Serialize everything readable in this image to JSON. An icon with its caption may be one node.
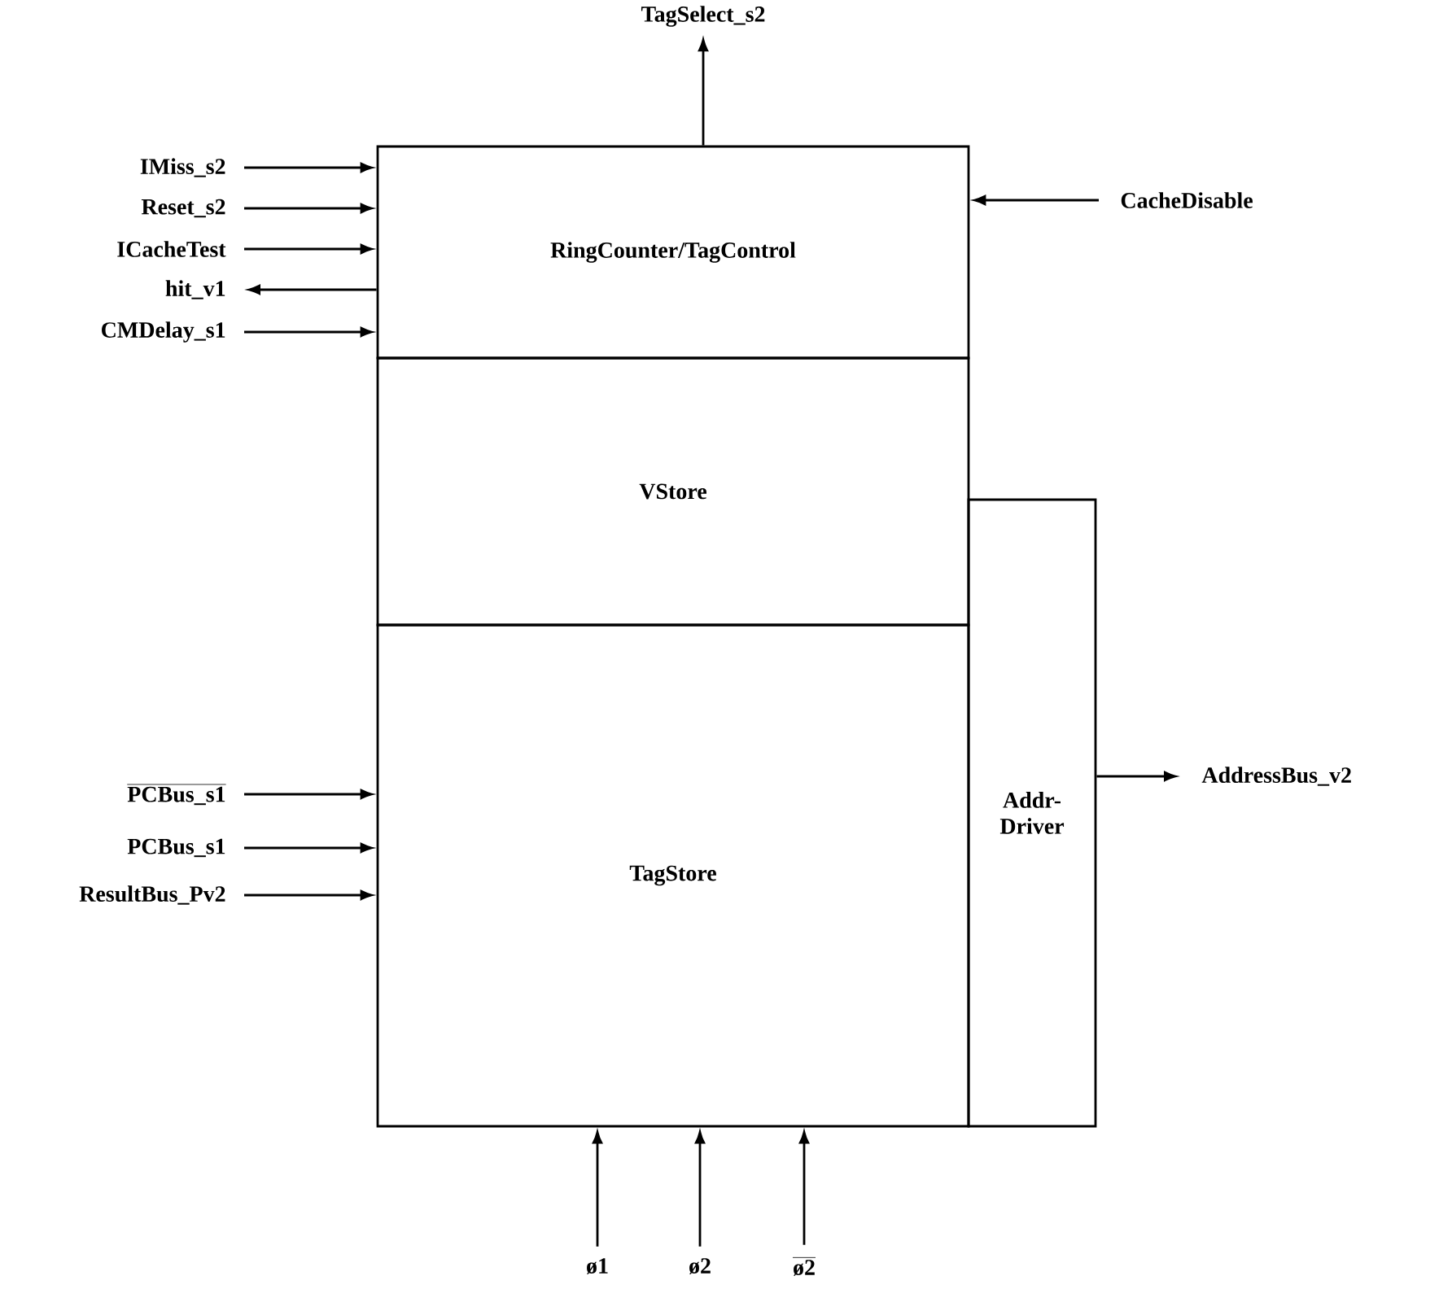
{
  "diagram": {
    "nodes": [
      {
        "text": [
          "RingCounter/TagControl"
        ]
      },
      {
        "text": [
          "VStore"
        ]
      },
      {
        "text": [
          "TagStore"
        ]
      },
      {
        "text": [
          "Addr-Driver"
        ]
      },
      {
        "text": [
          "TagSelect_s2"
        ]
      },
      {
        "text": [
          "CacheDisable"
        ]
      },
      {
        "text": [
          "IMiss_s2"
        ]
      },
      {
        "text": [
          "Reset_s2"
        ]
      },
      {
        "text": [
          "ICacheTest"
        ]
      },
      {
        "text": [
          "hit_v1"
        ]
      },
      {
        "text": [
          "CMDelay_s1"
        ]
      },
      {
        "text": [
          "PCBus_s1"
        ]
      },
      {
        "text": [
          "PCBus_s1"
        ]
      },
      {
        "text": [
          "ResultBus_Pv2"
        ]
      },
      {
        "text": [
          "AddressBus_v2"
        ]
      },
      {
        "text": [
          "ø1"
        ]
      },
      {
        "text": [
          "ø2"
        ]
      },
      {
        "text": [
          "ø2"
        ]
      }
    ],
    "edges": [
      {
        "from": 0,
        "to": 4,
        "arrow": "to"
      },
      {
        "from": 5,
        "to": 0,
        "arrow": "to"
      },
      {
        "from": 6,
        "to": 0,
        "arrow": "to"
      },
      {
        "from": 7,
        "to": 0,
        "arrow": "to"
      },
      {
        "from": 8,
        "to": 0,
        "arrow": "to"
      },
      {
        "from": 0,
        "to": 9,
        "arrow": "to"
      },
      {
        "from": 10,
        "to": 0,
        "arrow": "to"
      },
      {
        "from": 11,
        "to": 2,
        "arrow": "to"
      },
      {
        "from": 12,
        "to": 2,
        "arrow": "to"
      },
      {
        "from": 13,
        "to": 2,
        "arrow": "to"
      },
      {
        "from": 3,
        "to": 14,
        "arrow": "to"
      },
      {
        "from": 15,
        "to": 2,
        "arrow": "to"
      },
      {
        "from": 16,
        "to": 2,
        "arrow": "to"
      },
      {
        "from": 17,
        "to": 2,
        "arrow": "to"
      }
    ]
  }
}
